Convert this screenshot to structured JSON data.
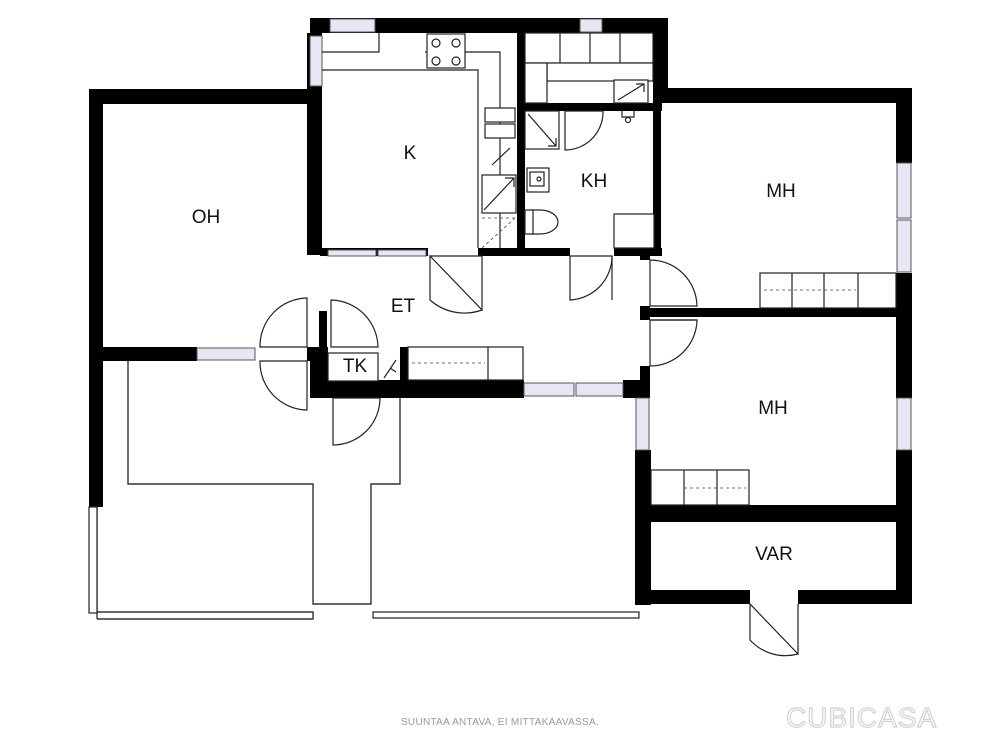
{
  "rooms": {
    "living": "OH",
    "kitchen": "K",
    "bathroom": "KH",
    "bedroom_1": "MH",
    "bedroom_2": "MH",
    "hall": "ET",
    "closet": "TK",
    "storage": "VAR"
  },
  "footer": {
    "disclaimer": "SUUNTAA ANTAVA, EI MITTAKAAVASSA.",
    "watermark": "CUBICASA"
  },
  "colors": {
    "wall": "#000000",
    "window": "#e7e7f3",
    "background": "#ffffff"
  }
}
